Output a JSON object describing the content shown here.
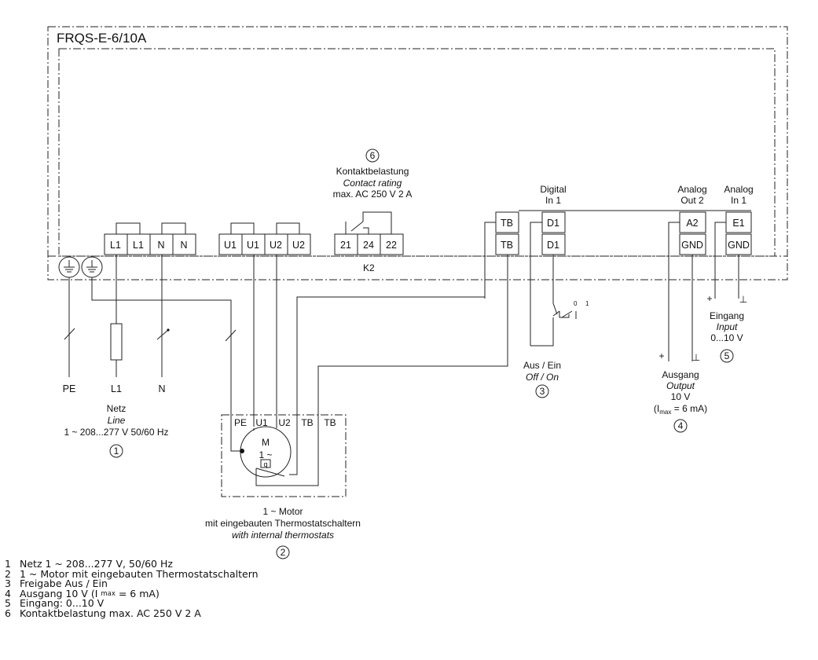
{
  "title": "FRQS-E-6/10A",
  "terminals": {
    "bottom": [
      "L1",
      "L1",
      "N",
      "N",
      "U1",
      "U1",
      "U2",
      "U2",
      "21",
      "24",
      "22",
      "TB",
      "D1",
      "GND",
      "GND"
    ],
    "top": [
      "TB",
      "D1",
      "A2",
      "E1"
    ]
  },
  "relay_label": "K2",
  "labels": {
    "pe": "PE",
    "l1": "L1",
    "n": "N",
    "netz_1": "Netz",
    "netz_2": "Line",
    "netz_3": "1 ~ 208...277 V 50/60 Hz",
    "contact_1": "Kontaktbelastung",
    "contact_2": "Contact rating",
    "contact_3": "max. AC 250 V 2 A",
    "digital_1": "Digital",
    "digital_2": "In 1",
    "analog_out_1": "Analog",
    "analog_out_2": "Out 2",
    "analog_in_1": "Analog",
    "analog_in_2": "In 1",
    "switch_0": "0",
    "switch_1": "1",
    "ausein_1": "Aus / Ein",
    "ausein_2": "Off / On",
    "eingang_1": "Eingang",
    "eingang_2": "Input",
    "eingang_3": "0...10 V",
    "ausgang_1": "Ausgang",
    "ausgang_2": "Output",
    "ausgang_3": "10 V",
    "imax_pre": "(I",
    "imax_sub": "max",
    "imax_post": " = 6 mA)",
    "plus": "+",
    "ground": "⊥",
    "motor_pe": "PE",
    "motor_u1": "U1",
    "motor_u2": "U2",
    "motor_tb1": "TB",
    "motor_tb2": "TB",
    "motor_m": "M",
    "motor_phase": "1 ~",
    "motor_q": "q",
    "motor_cap_1": "1 ~ Motor",
    "motor_cap_2": "mit eingebauten Thermostatschaltern",
    "motor_cap_3": "with internal thermostats"
  },
  "markers": [
    "1",
    "2",
    "3",
    "4",
    "5",
    "6"
  ],
  "legend": [
    {
      "num": "1",
      "text": "Netz 1 ~ 208...277 V, 50/60 Hz"
    },
    {
      "num": "2",
      "text": "1 ~ Motor mit eingebauten Thermostatschaltern"
    },
    {
      "num": "3",
      "text": "Freigabe Aus / Ein"
    },
    {
      "num": "4",
      "pre": "Ausgang 10 V (I ",
      "sub": "max",
      "post": " = 6 mA)"
    },
    {
      "num": "5",
      "text": "Eingang: 0...10 V"
    },
    {
      "num": "6",
      "text": "Kontaktbelastung max. AC 250 V 2 A"
    }
  ]
}
